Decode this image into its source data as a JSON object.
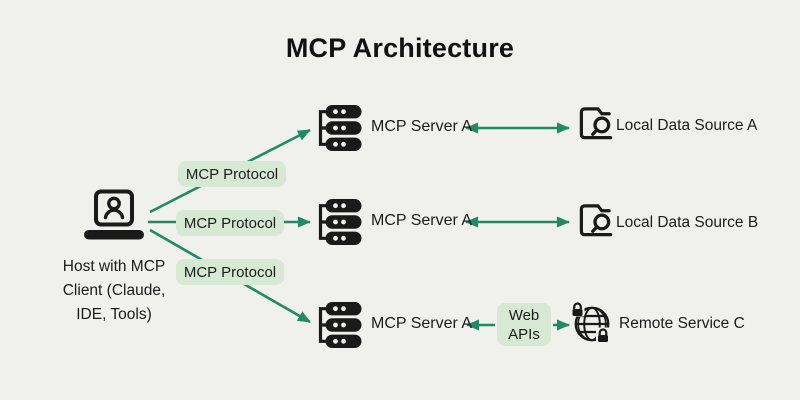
{
  "title": "MCP Architecture",
  "colors": {
    "background": "#f0f0ed",
    "arrow_green": "#1f8a66",
    "badge_green": "#d6e9d2",
    "icon_black": "#1a1a1a"
  },
  "host": {
    "icon": "laptop-user-icon",
    "label_lines": [
      "Host with MCP",
      "Client (Claude,",
      "IDE, Tools)"
    ]
  },
  "protocol_badges": [
    {
      "label": "MCP Protocol"
    },
    {
      "label": "MCP Protocol"
    },
    {
      "label": "MCP Protocol"
    }
  ],
  "rows": [
    {
      "server_icon": "server-stack-icon",
      "server_label": "MCP Server A",
      "target_icon": "folder-search-icon",
      "target_label": "Local Data Source A"
    },
    {
      "server_icon": "server-stack-icon",
      "server_label": "MCP Server A",
      "target_icon": "folder-search-icon",
      "target_label": "Local Data Source B"
    },
    {
      "server_icon": "server-stack-icon",
      "server_label": "MCP Server A",
      "via_label_lines": [
        "Web",
        "APIs"
      ],
      "target_icon": "globe-lock-icon",
      "target_label": "Remote Service C"
    }
  ]
}
